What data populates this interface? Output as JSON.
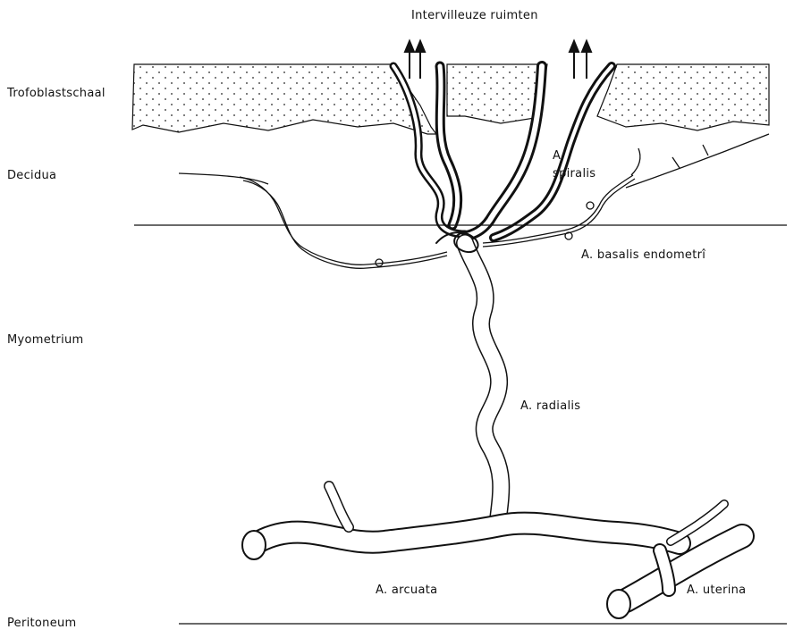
{
  "labels": {
    "intervillous_spaces": "Intervilleuze ruimten",
    "trophoblast_shell": "Trofoblastschaal",
    "decidua": "Decidua",
    "myometrium": "Myometrium",
    "peritoneum": "Peritoneum",
    "a_spiralis_1": "A.",
    "a_spiralis_2": "spiralis",
    "a_basalis": "A. basalis endometrî",
    "a_radialis": "A. radialis",
    "a_arcuata": "A. arcuata",
    "a_uterina": "A. uterina"
  },
  "colors": {
    "ink": "#111111",
    "background": "#ffffff"
  }
}
